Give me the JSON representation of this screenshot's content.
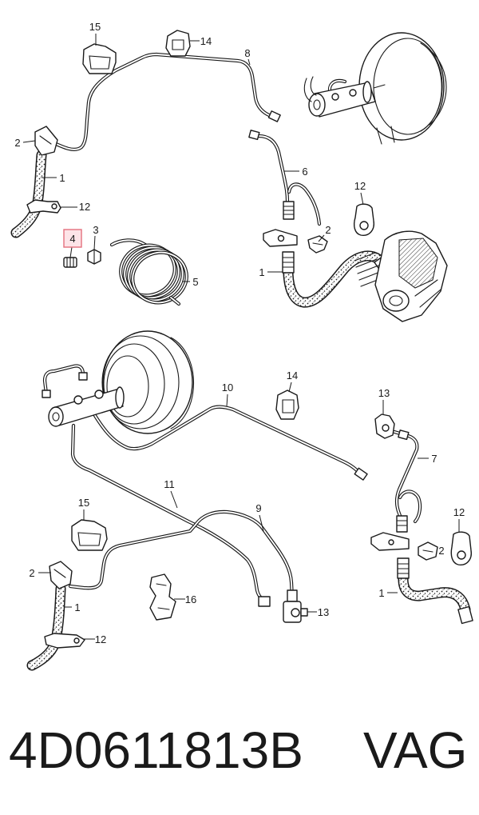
{
  "diagram": {
    "upper_callouts": [
      "15",
      "14",
      "8",
      "2",
      "1",
      "12",
      "3",
      "5",
      "6",
      "12",
      "2",
      "1"
    ],
    "highlighted_callout": "4",
    "lower_callouts": [
      "14",
      "10",
      "13",
      "7",
      "11",
      "9",
      "15",
      "12",
      "2",
      "1",
      "16",
      "13",
      "2",
      "1",
      "12"
    ]
  },
  "caption": {
    "part_number": "4D0611813B",
    "brand": "VAG"
  },
  "colors": {
    "ink": "#1a1a1a",
    "highlight_border": "#e3707d",
    "highlight_fill": "#fde4e8",
    "background": "#ffffff"
  }
}
